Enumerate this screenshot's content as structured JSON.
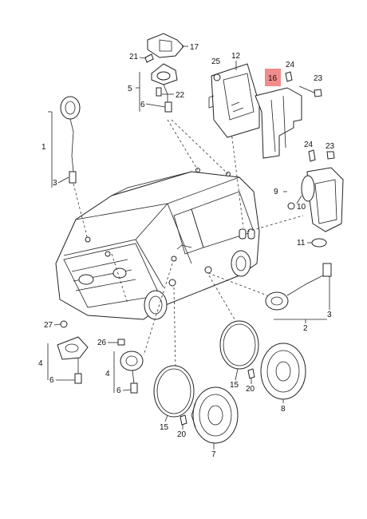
{
  "callouts": {
    "c1": "1",
    "c2": "2",
    "c3a": "3",
    "c3b": "3",
    "c4a": "4",
    "c4b": "4",
    "c5": "5",
    "c6a": "6",
    "c6b": "6",
    "c6c": "6",
    "c7": "7",
    "c8": "8",
    "c9": "9",
    "c10": "10",
    "c11": "11",
    "c12": "12",
    "c15a": "15",
    "c15b": "15",
    "c16": "16",
    "c17": "17",
    "c20a": "20",
    "c20b": "20",
    "c21": "21",
    "c22": "22",
    "c23a": "23",
    "c23b": "23",
    "c24a": "24",
    "c24b": "24",
    "c25": "25",
    "c26": "26",
    "c27": "27"
  },
  "colors": {
    "highlight": "#f28b8b",
    "line": "#222222",
    "background": "#ffffff"
  }
}
